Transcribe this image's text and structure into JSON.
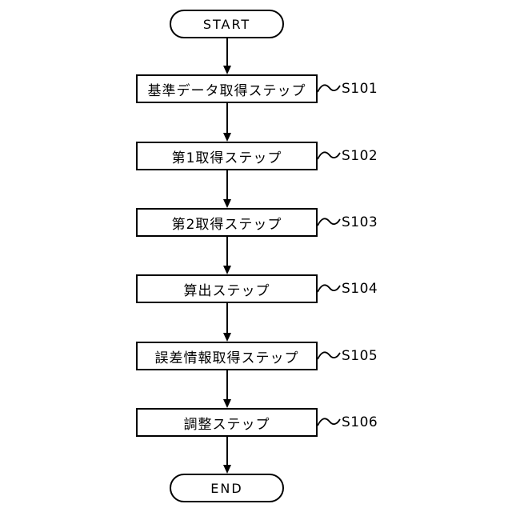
{
  "flowchart": {
    "start_label": "START",
    "end_label": "END",
    "steps": [
      {
        "label": "基準データ取得ステップ",
        "ref": "S101"
      },
      {
        "label": "第1取得ステップ",
        "ref": "S102"
      },
      {
        "label": "第2取得ステップ",
        "ref": "S103"
      },
      {
        "label": "算出ステップ",
        "ref": "S104"
      },
      {
        "label": "誤差情報取得ステップ",
        "ref": "S105"
      },
      {
        "label": "調整ステップ",
        "ref": "S106"
      }
    ],
    "colors": {
      "line": "#000000",
      "background": "#ffffff"
    }
  }
}
